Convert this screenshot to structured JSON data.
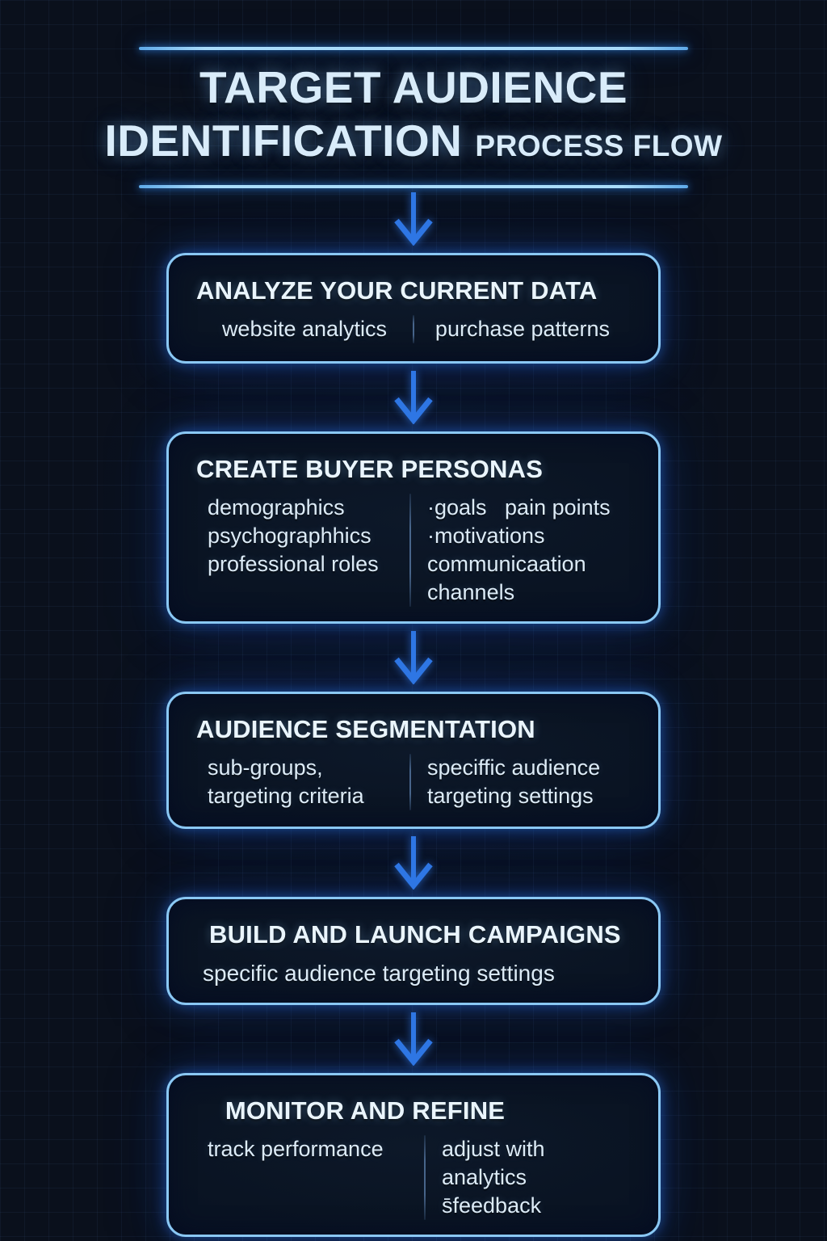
{
  "title": {
    "line1": "TARGET AUDIENCE",
    "line2_main": "IDENTIFICATION",
    "line2_sub": "PROCESS FLOW"
  },
  "steps": [
    {
      "title": "ANALYZE YOUR CURRENT DATA",
      "left": [
        "website analytics"
      ],
      "right": [
        "purchase patterns"
      ]
    },
    {
      "title": "CREATE BUYER PERSONAS",
      "left": [
        "demographics",
        "psychographhics",
        "professional roles"
      ],
      "right": [
        "·goals   pain points",
        "·motivations",
        "communicaation",
        "channels"
      ]
    },
    {
      "title": "AUDIENCE SEGMENTATION",
      "left": [
        "sub-groups,",
        "targeting criteria"
      ],
      "right": [
        "speciffic audience",
        "targeting settings"
      ]
    },
    {
      "title": "BUILD AND LAUNCH CAMPAIGNS",
      "subtitle": "specific audience targeting settings"
    },
    {
      "title": "MONITOR AND REFINE",
      "left": [
        "track performance"
      ],
      "right": [
        "adjust with",
        "analytics s̄feedback"
      ]
    }
  ],
  "icons": {
    "arrow": "arrow-down-icon"
  },
  "colors": {
    "background": "#0a101c",
    "box_border": "#8ac8f4",
    "box_fill": "#0b1524",
    "rule": "#aadcfa",
    "arrow": "#2e76e4",
    "heading_text": "#eaf5fd",
    "body_text": "#dcebf7",
    "divider": "#6f9bd2"
  }
}
